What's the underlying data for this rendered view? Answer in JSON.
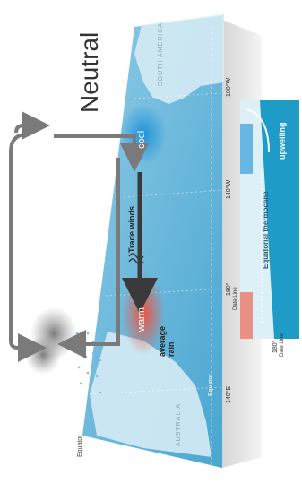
{
  "title": "Neutral",
  "labels": {
    "cool": "cool",
    "warm": "warm",
    "trade_winds": "Trade winds",
    "average_rain": "average rain",
    "equator_left": "Equator",
    "equator_right": "Equator",
    "south_america": "SOUTH AMERICA",
    "australia": "AUSTRALIA",
    "upwelling": "upwelling",
    "equatorial_thermocline": "Equatorial thermocline",
    "date_line": "Date Line"
  },
  "longitudes": [
    "100°W",
    "140°W",
    "180°",
    "140°E"
  ],
  "colors": {
    "ocean": "#5fb2d6",
    "ocean_deep": "#2b8fc0",
    "land": "#cfe7f1",
    "cool": "#1a8fd8",
    "warm": "#f0503a",
    "arrow": "#7a7a7a",
    "wind_arrow": "#3a3a3a",
    "cloud": "#7d7d7d",
    "band": "#1f9bc8"
  }
}
